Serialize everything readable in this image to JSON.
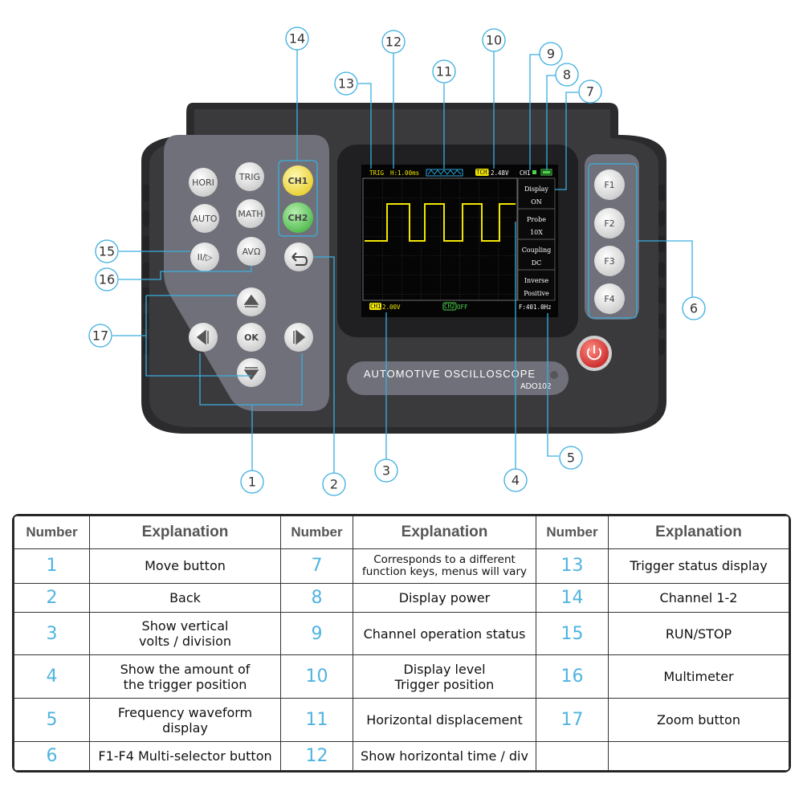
{
  "device": {
    "brand_line": "AUTOMOTIVE  OSCILLOSCOPE",
    "model": "ADO102",
    "buttons": {
      "hori": "HORI",
      "trig": "TRIG",
      "auto": "AUTO",
      "math": "MATH",
      "run_stop": "II/▷",
      "multimeter": "AVΩ",
      "ch1": "CH1",
      "ch2": "CH2",
      "ok": "OK",
      "f1": "F1",
      "f2": "F2",
      "f3": "F3",
      "f4": "F4"
    },
    "screen": {
      "trig_status": "TRIG",
      "time_div": "H:1.00ms",
      "trigger_level": "2.48V",
      "trigger_source": "TCH1",
      "channel_status": "CH1",
      "ch1_volts": "2.00V",
      "ch2_status": "OFF",
      "ch1_tag": "CH1",
      "ch2_tag": "CH2",
      "frequency": "F:401.0Hz",
      "menu": [
        {
          "title": "Display",
          "value": "ON"
        },
        {
          "title": "Probe",
          "value": "10X"
        },
        {
          "title": "Coupling",
          "value": "DC"
        },
        {
          "title": "Inverse",
          "value": "Positive"
        }
      ]
    }
  },
  "callouts": [
    "1",
    "2",
    "3",
    "4",
    "5",
    "6",
    "7",
    "8",
    "9",
    "10",
    "11",
    "12",
    "13",
    "14",
    "15",
    "16",
    "17"
  ],
  "legend": {
    "headers": [
      "Number",
      "Explanation",
      "Number",
      "Explanation",
      "Number",
      "Explanation"
    ],
    "rows": [
      [
        {
          "n": "1",
          "e": "Move button"
        },
        {
          "n": "7",
          "e": "Corresponds to a different\nfunction keys, menus will vary"
        },
        {
          "n": "13",
          "e": "Trigger status display"
        }
      ],
      [
        {
          "n": "2",
          "e": "Back"
        },
        {
          "n": "8",
          "e": "Display power"
        },
        {
          "n": "14",
          "e": "Channel 1-2"
        }
      ],
      [
        {
          "n": "3",
          "e": "Show vertical\nvolts / division"
        },
        {
          "n": "9",
          "e": "Channel operation status"
        },
        {
          "n": "15",
          "e": "RUN/STOP"
        }
      ],
      [
        {
          "n": "4",
          "e": "Show the amount of\nthe trigger position"
        },
        {
          "n": "10",
          "e": "Display level\nTrigger position"
        },
        {
          "n": "16",
          "e": "Multimeter"
        }
      ],
      [
        {
          "n": "5",
          "e": "Frequency waveform\ndisplay"
        },
        {
          "n": "11",
          "e": "Horizontal displacement"
        },
        {
          "n": "17",
          "e": "Zoom button"
        }
      ],
      [
        {
          "n": "6",
          "e": "F1-F4 Multi-selector button"
        },
        {
          "n": "12",
          "e": "Show horizontal time / div"
        },
        {
          "n": "",
          "e": ""
        }
      ]
    ]
  },
  "colors": {
    "callout_line": "#3aaee0",
    "legend_number": "#4fb4e0",
    "trace": "#f2e600",
    "ch1_button": "#f4e14a",
    "ch2_button": "#6fcf6a",
    "power_button": "#e53935"
  }
}
